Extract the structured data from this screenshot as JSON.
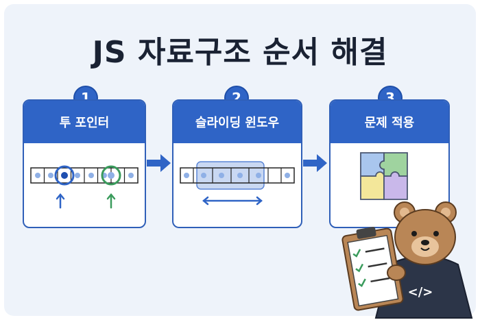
{
  "title": "JS 자료구조 순서 해결",
  "steps": [
    {
      "number": "1",
      "label": "투 포인터"
    },
    {
      "number": "2",
      "label": "슬라이딩 윈도우"
    },
    {
      "number": "3",
      "label": "문제 적용"
    }
  ],
  "colors": {
    "primary": "#2f64c6",
    "background": "#eef3fa",
    "pointer_left": "#2f64c6",
    "pointer_right": "#3a9b5c",
    "window": "#c9d8f2"
  },
  "icons": [
    "two-pointer-array-icon",
    "sliding-window-array-icon",
    "puzzle-icon",
    "bear-mascot-icon",
    "checklist-clipboard-icon",
    "code-icon"
  ]
}
